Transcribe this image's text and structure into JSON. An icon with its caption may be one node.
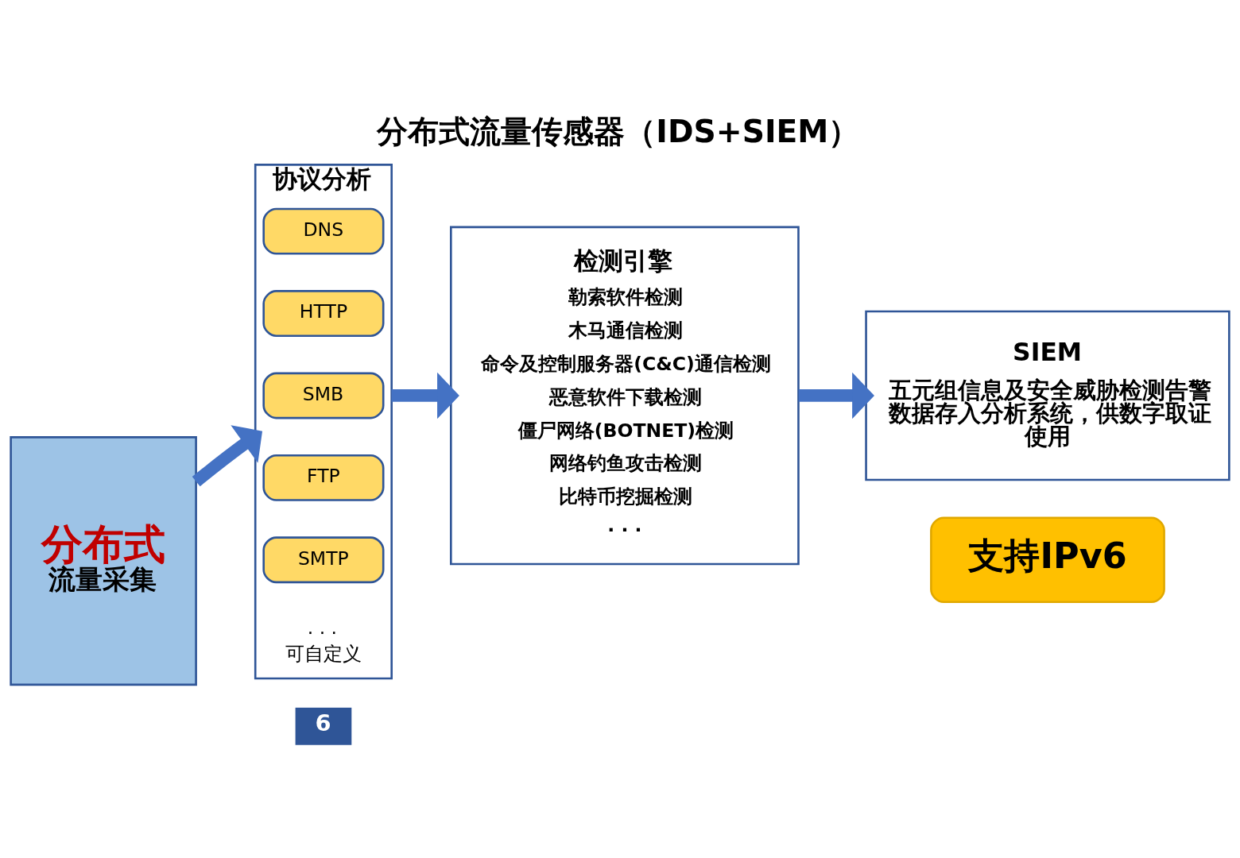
{
  "diagram": {
    "title": "分布式流量传感器（IDS+SIEM）",
    "nodes": [
      {
        "text": [
          "分布式",
          "流量采集"
        ]
      },
      {
        "text": [
          "协议分析",
          "· · ·",
          "可自定义"
        ]
      },
      {
        "text": [
          "DNS"
        ],
        "in": 1
      },
      {
        "text": [
          "HTTP"
        ],
        "in": 1
      },
      {
        "text": [
          "SMB"
        ],
        "in": 1
      },
      {
        "text": [
          "FTP"
        ],
        "in": 1
      },
      {
        "text": [
          "SMTP"
        ],
        "in": 1
      },
      {
        "text": [
          "检测引擎",
          "勒索软件检测",
          "木马通信检测",
          "命令及控制服务器(C&C)通信检测",
          "恶意软件下载检测",
          "僵尸网络(BOTNET)检测",
          "网络钓鱼攻击检测",
          "比特币挖掘检测",
          "· · ·"
        ]
      },
      {
        "text": [
          "SIEM",
          "五元组信息及安全威胁检测告警数据存入分析系统，供数字取证使用"
        ]
      },
      {
        "text": [
          "支持IPv6"
        ]
      }
    ],
    "edges": [
      {
        "from": 0,
        "to": 1,
        "arrow": "to"
      },
      {
        "from": 1,
        "to": 7,
        "arrow": "to"
      },
      {
        "from": 7,
        "to": 8,
        "arrow": "to"
      }
    ],
    "labels": [
      "6"
    ]
  }
}
